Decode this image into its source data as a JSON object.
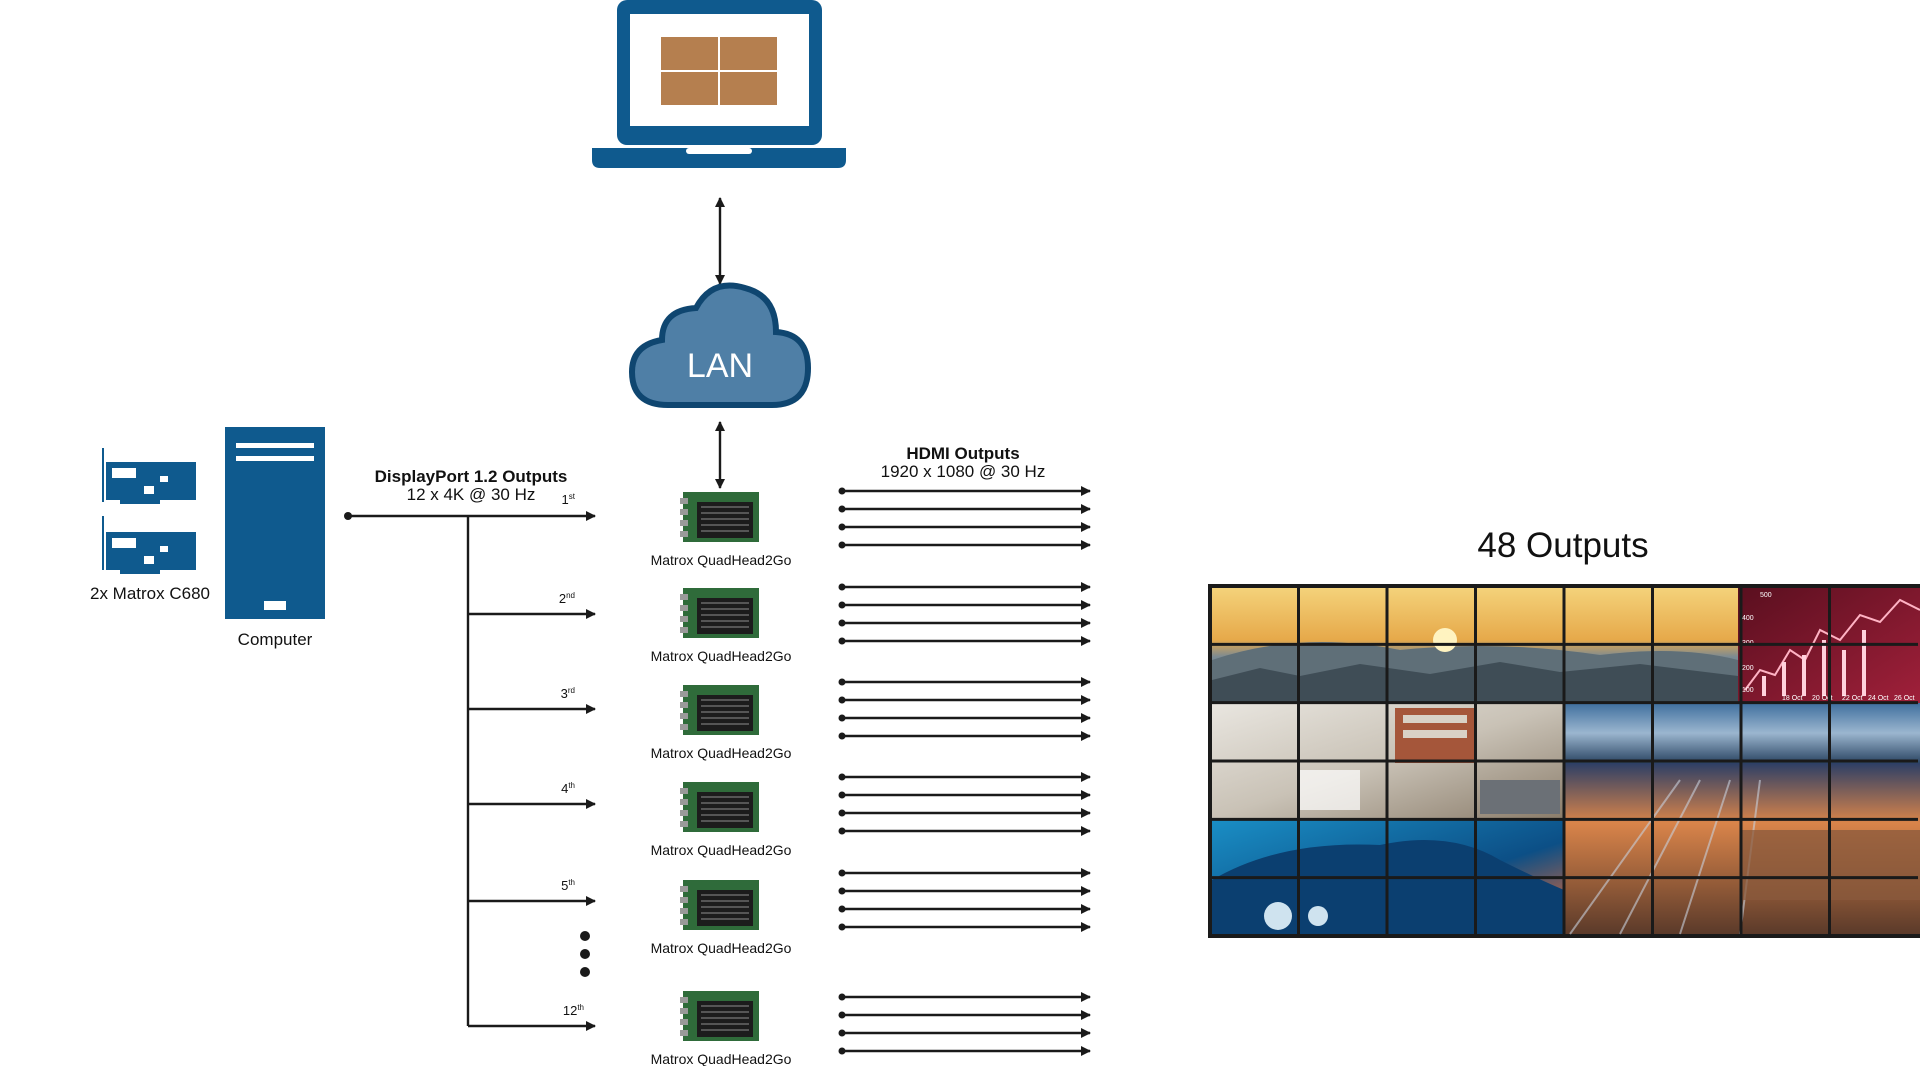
{
  "lan_label": "LAN",
  "displayport": {
    "title": "DisplayPort 1.2 Outputs",
    "spec": "12 x 4K @ 30 Hz",
    "ordinals": [
      {
        "num": "1",
        "sup": "st"
      },
      {
        "num": "2",
        "sup": "nd"
      },
      {
        "num": "3",
        "sup": "rd"
      },
      {
        "num": "4",
        "sup": "th"
      },
      {
        "num": "5",
        "sup": "th"
      },
      {
        "num": "12",
        "sup": "th"
      }
    ]
  },
  "hdmi": {
    "title": "HDMI Outputs",
    "spec": "1920 x 1080 @ 30 Hz"
  },
  "device_label": "Matrox QuadHead2Go",
  "graphics_cards_label": "2x Matrox C680",
  "computer_label": "Computer",
  "videowall": {
    "title": "48 Outputs",
    "columns": 8,
    "rows": 6,
    "chart_ticks": [
      "500",
      "400",
      "300",
      "200",
      "100",
      "18 Oct",
      "20 Oct",
      "22 Oct",
      "24 Oct",
      "26 Oct"
    ]
  },
  "colors": {
    "brand_blue": "#0f5a8e",
    "cloud_fill": "#4f7fa6",
    "tile_brown": "#b57f4f"
  },
  "icons": {
    "laptop": "laptop-icon",
    "cloud": "cloud-icon",
    "tower": "tower-computer-icon",
    "card": "graphics-card-icon",
    "board": "quadhead2go-board-icon",
    "wall": "video-wall"
  }
}
